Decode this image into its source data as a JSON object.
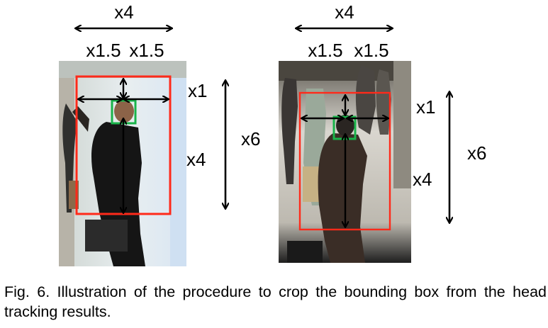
{
  "figure": {
    "left_panel": {
      "top_width_label": "x4",
      "half_width_left_label": "x1.5",
      "half_width_right_label": "x1.5",
      "above_head_label": "x1",
      "below_head_label": "x4",
      "total_height_label": "x6",
      "colors": {
        "bounding_box": "#ff2a1a",
        "head_box": "#19b44a",
        "arrows": "#000000"
      }
    },
    "right_panel": {
      "top_width_label": "x4",
      "half_width_left_label": "x1.5",
      "half_width_right_label": "x1.5",
      "above_head_label": "x1",
      "below_head_label": "x4",
      "total_height_label": "x6",
      "colors": {
        "bounding_box": "#ff2a1a",
        "head_box": "#19b44a",
        "arrows": "#000000"
      }
    }
  },
  "caption": "Fig. 6. Illustration of the procedure to crop the bounding box from the head tracking results."
}
